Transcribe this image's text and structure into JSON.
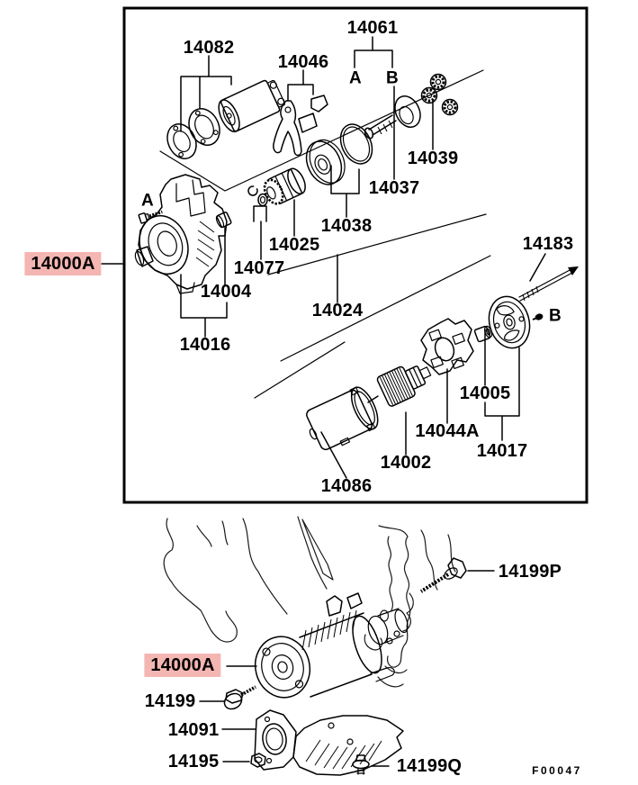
{
  "figure_code": "F00047",
  "highlight_color": "#f4b6b2",
  "selected_part": "14000A",
  "markers": {
    "a": "A",
    "b": "B"
  },
  "parts": {
    "p14082": "14082",
    "p14046": "14046",
    "p14061": "14061",
    "p14039": "14039",
    "p14037": "14037",
    "p14038": "14038",
    "p14025": "14025",
    "p14077": "14077",
    "p14004": "14004",
    "p14016": "14016",
    "p14024": "14024",
    "p14000A": "14000A",
    "p14183": "14183",
    "p14005": "14005",
    "p14044A": "14044A",
    "p14002": "14002",
    "p14017": "14017",
    "p14086": "14086",
    "p14199P": "14199P",
    "p14199": "14199",
    "p14091": "14091",
    "p14195": "14195",
    "p14199Q": "14199Q"
  }
}
